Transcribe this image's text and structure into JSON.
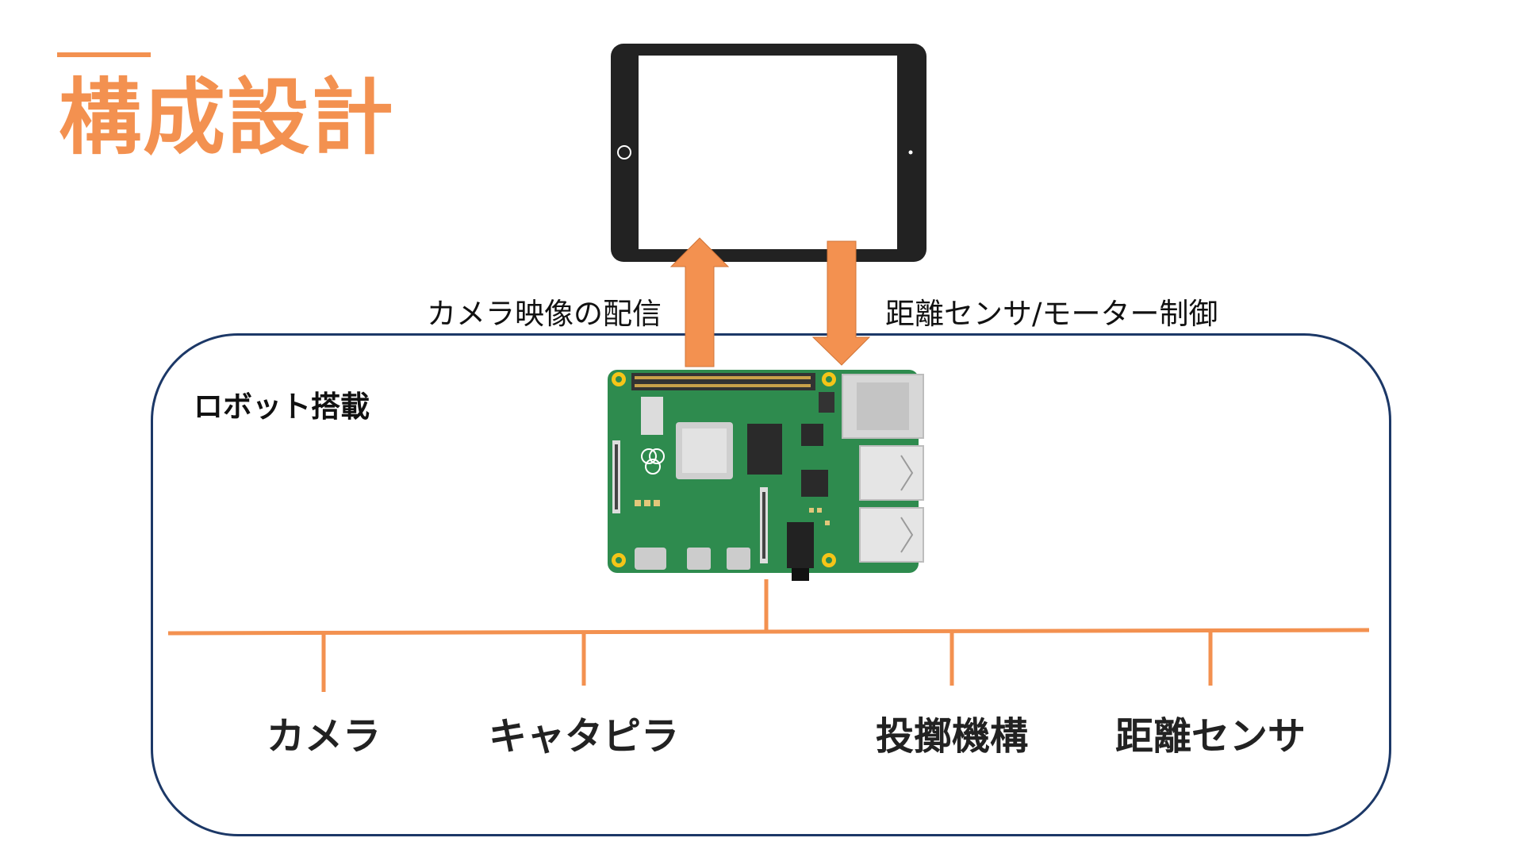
{
  "title": "構成設計",
  "robot_label": "ロボット搭載",
  "flow": {
    "upstream_label": "カメラ映像の配信",
    "downstream_label": "距離センサ/モーター制御"
  },
  "modules": [
    "カメラ",
    "キャタピラ",
    "投擲機構",
    "距離センサ"
  ],
  "colors": {
    "accent": "#f39150",
    "box_border": "#1c3867",
    "tablet_frame": "#222222",
    "board_green": "#2e8b4e"
  },
  "icons": [
    "tablet-icon",
    "raspberry-pi-board-icon",
    "raspberry-logo-icon"
  ]
}
